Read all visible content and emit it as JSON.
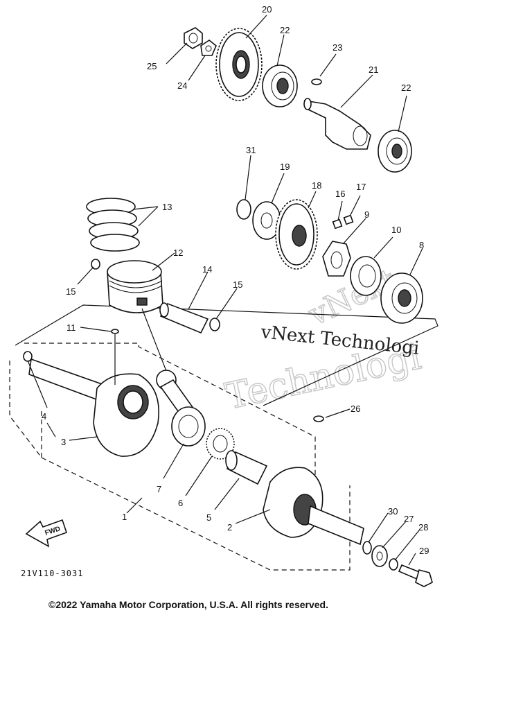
{
  "labels": {
    "p1": "1",
    "p2": "2",
    "p3": "3",
    "p4": "4",
    "p5": "5",
    "p6": "6",
    "p7": "7",
    "p8": "8",
    "p9": "9",
    "p10": "10",
    "p11": "11",
    "p12": "12",
    "p13": "13",
    "p14": "14",
    "p15a": "15",
    "p15b": "15",
    "p16": "16",
    "p17": "17",
    "p18": "18",
    "p19": "19",
    "p20": "20",
    "p21": "21",
    "p22a": "22",
    "p22b": "22",
    "p23": "23",
    "p24": "24",
    "p25": "25",
    "p26": "26",
    "p27": "27",
    "p28": "28",
    "p29": "29",
    "p30": "30",
    "p31": "31"
  },
  "fwd_label": "FWD",
  "diagram_code": "21V110-3031",
  "watermark_line1": "vNext Technologi",
  "watermark_line2": "Technologi",
  "watermark_corner": "vNext",
  "copyright": "©2022 Yamaha Motor Corporation, U.S.A. All rights reserved."
}
